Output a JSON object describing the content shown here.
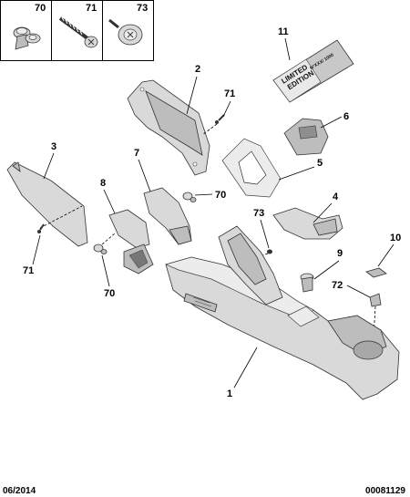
{
  "header_boxes": [
    {
      "label": "70",
      "icon": "push-rivet-icon"
    },
    {
      "label": "71",
      "icon": "screw-icon"
    },
    {
      "label": "73",
      "icon": "speed-nut-icon"
    }
  ],
  "callouts": {
    "c11": "11",
    "c2": "2",
    "c6": "6",
    "c71a": "71",
    "c3": "3",
    "c5": "5",
    "c7": "7",
    "c70a": "70",
    "c8": "8",
    "c4": "4",
    "c73": "73",
    "c71b": "71",
    "c9": "9",
    "c10": "10",
    "c72": "72",
    "c70b": "70",
    "c1": "1"
  },
  "badge": {
    "line1": "LIMITED",
    "line2": "EDITION",
    "line3": "N°XXX/ 1000"
  },
  "footer": {
    "date": "06/2014",
    "ref": "00081129"
  },
  "colors": {
    "part_fill": "#d9d9d9",
    "part_dark": "#bdbdbd",
    "line": "#000000"
  }
}
